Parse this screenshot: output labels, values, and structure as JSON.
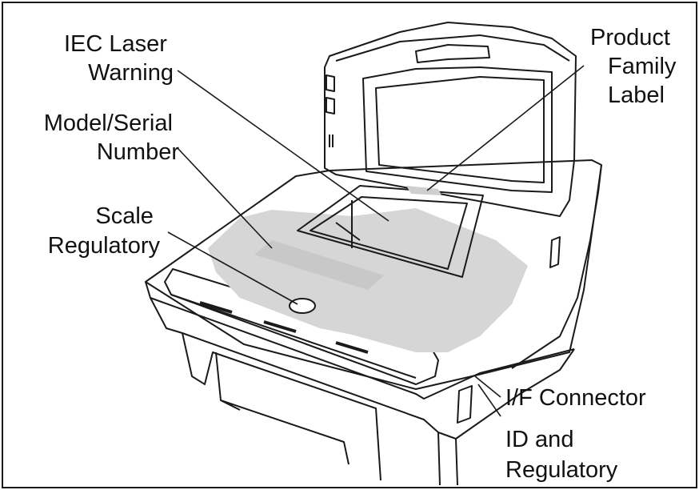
{
  "labels": {
    "iec_laser_warning": [
      "IEC Laser",
      "Warning"
    ],
    "model_serial_number": [
      "Model/Serial",
      "Number"
    ],
    "scale_regulatory": [
      "Scale",
      "Regulatory"
    ],
    "product_family_label": [
      "Product",
      "Family",
      "Label"
    ],
    "if_connector": "I/F Connector",
    "id_and_regulatory": [
      "ID and",
      "Regulatory"
    ]
  },
  "colors": {
    "line": "#1a1a1a",
    "label_region": "#d6d6d6",
    "background": "#ffffff"
  }
}
